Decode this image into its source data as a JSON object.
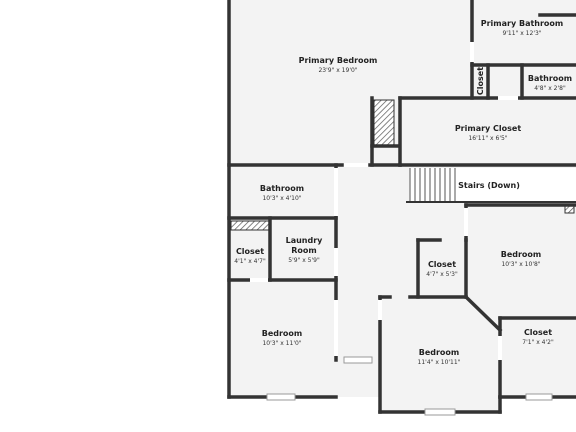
{
  "rooms": {
    "primary_bedroom": {
      "name": "Primary Bedroom",
      "dims": "23'9\" x 19'0\""
    },
    "primary_bathroom": {
      "name": "Primary Bathroom",
      "dims": "9'11\" x 12'3\""
    },
    "small_closet": {
      "name": "Closet"
    },
    "bathroom_upper": {
      "name": "Bathroom",
      "dims": "4'8\" x 2'8\""
    },
    "primary_closet": {
      "name": "Primary Closet",
      "dims": "16'11\" x 6'5\""
    },
    "stairs": {
      "name": "Stairs (Down)"
    },
    "bathroom_hall": {
      "name": "Bathroom",
      "dims": "10'3\" x 4'10\""
    },
    "closet_left": {
      "name": "Closet",
      "dims": "4'1\" x 4'7\""
    },
    "laundry": {
      "name_line1": "Laundry",
      "name_line2": "Room",
      "dims": "5'9\" x 5'9\""
    },
    "closet_center": {
      "name": "Closet",
      "dims": "4'7\" x 5'3\""
    },
    "bedroom_right": {
      "name": "Bedroom",
      "dims": "10'3\" x 10'8\""
    },
    "bedroom_left": {
      "name": "Bedroom",
      "dims": "10'3\" x 11'0\""
    },
    "bedroom_bottom": {
      "name": "Bedroom",
      "dims": "11'4\" x 10'11\""
    },
    "closet_right": {
      "name": "Closet",
      "dims": "7'1\" x 4'2\""
    }
  },
  "colors": {
    "wall": "#333333",
    "floor": "#f3f3f3",
    "background": "#ffffff"
  }
}
